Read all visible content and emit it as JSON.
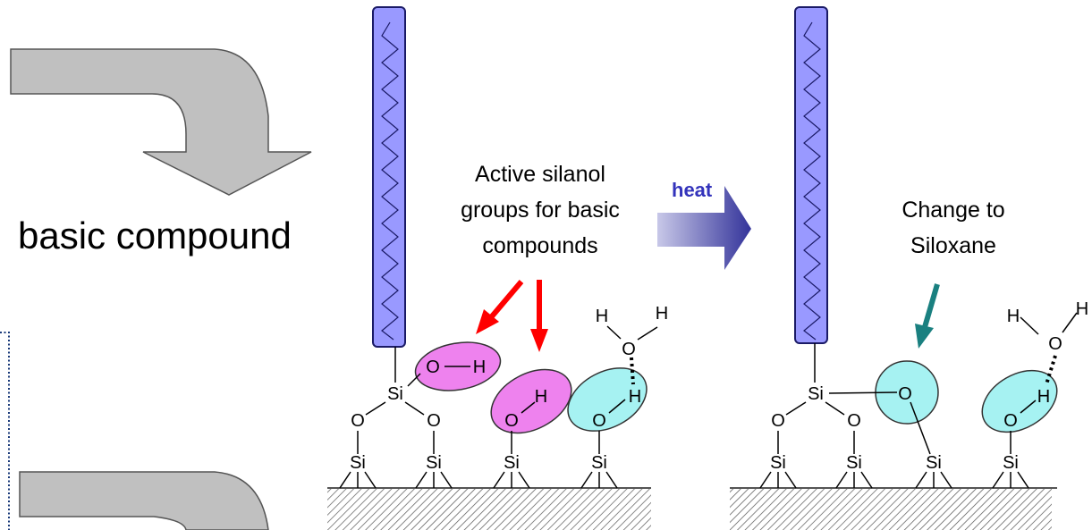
{
  "labels": {
    "basic_compound": "basic compound",
    "active_line1": "Active silanol",
    "active_line2": "groups for basic",
    "active_line3": "compounds",
    "heat": "heat",
    "change_line1": "Change to",
    "change_line2": "Siloxane"
  },
  "atoms": {
    "si": "Si",
    "o": "O",
    "h": "H"
  },
  "colors": {
    "curved_arrow_fill": "#c0c0c0",
    "chain_fill": "#9999ff",
    "chain_stroke": "#1a1a66",
    "silanol_fill": "#ee82ee",
    "h_bonded_fill": "#a6f2f2",
    "red_arrow": "#ff0000",
    "teal_arrow": "#1a8080",
    "heat_arrow_dark": "#33339a",
    "heat_arrow_light": "#c8c8e8",
    "dotted_box": "#1a3a7a"
  }
}
